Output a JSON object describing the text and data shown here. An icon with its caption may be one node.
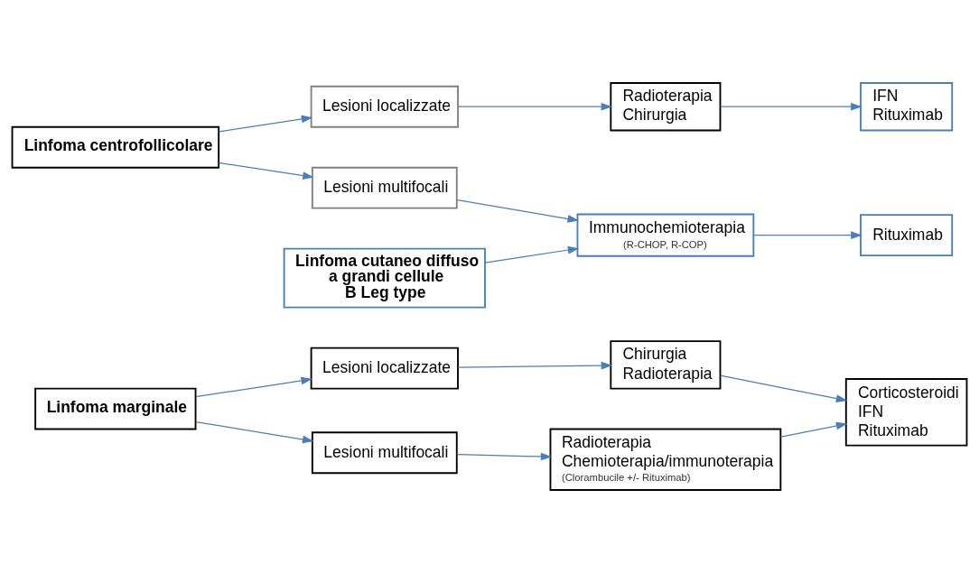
{
  "diagram": {
    "nodes": [
      {
        "text": [
          "Linfoma marginale"
        ]
      },
      {
        "text": [
          "Lesioni localizzate"
        ]
      },
      {
        "text": [
          "Lesioni multifocali"
        ]
      },
      {
        "text": [
          "Chirurgia",
          "Radioterapia"
        ]
      },
      {
        "text": [
          "Radioterapia",
          "Chemioterapia/immunoterapia",
          "(Clorambucile +/- Rituximab)"
        ]
      },
      {
        "text": [
          "Corticosteroidi",
          "IFN",
          "Rituximab"
        ]
      },
      {
        "text": [
          "Linfoma centrofollicolare"
        ]
      },
      {
        "text": [
          "Lesioni localizzate"
        ]
      },
      {
        "text": [
          "Lesioni multifocali"
        ]
      },
      {
        "text": [
          "Radioterapia",
          "Chirurgia"
        ]
      },
      {
        "text": [
          "IFN",
          "Rituximab"
        ]
      },
      {
        "text": [
          "Immunochemioterapia",
          "(R-CHOP, R-COP)"
        ]
      },
      {
        "text": [
          "Rituximab"
        ]
      },
      {
        "text": [
          "Linfoma cutaneo diffuso a grandi cellule B Leg type"
        ]
      }
    ],
    "edges": [
      {
        "from": 0,
        "to": 1,
        "arrow": "to"
      },
      {
        "from": 0,
        "to": 2,
        "arrow": "to"
      },
      {
        "from": 1,
        "to": 3,
        "arrow": "to"
      },
      {
        "from": 2,
        "to": 4,
        "arrow": "to"
      },
      {
        "from": 3,
        "to": 5,
        "arrow": "to"
      },
      {
        "from": 4,
        "to": 5,
        "arrow": "to"
      },
      {
        "from": 6,
        "to": 7,
        "arrow": "to"
      },
      {
        "from": 6,
        "to": 8,
        "arrow": "to"
      },
      {
        "from": 7,
        "to": 9,
        "arrow": "to"
      },
      {
        "from": 9,
        "to": 10,
        "arrow": "to"
      },
      {
        "from": 8,
        "to": 11,
        "arrow": "to"
      },
      {
        "from": 11,
        "to": 12,
        "arrow": "to"
      },
      {
        "from": 13,
        "to": 11,
        "arrow": "to"
      }
    ]
  }
}
